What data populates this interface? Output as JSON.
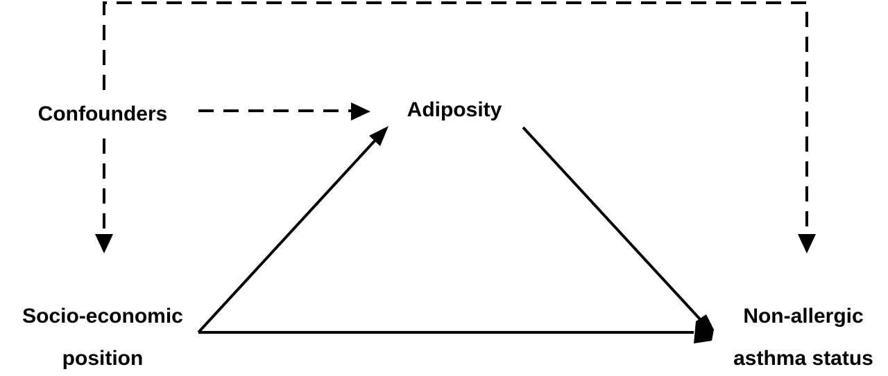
{
  "nodes": {
    "confounders": {
      "label": "Confounders"
    },
    "adiposity": {
      "label": "Adiposity"
    },
    "socio_economic_position": {
      "label_line1": "Socio-economic",
      "label_line2": "position"
    },
    "non_allergic_asthma_status": {
      "label_line1": "Non-allergic",
      "label_line2": "asthma status"
    }
  },
  "edges": [
    {
      "from": "confounders",
      "to": "adiposity",
      "style": "dashed"
    },
    {
      "from": "confounders",
      "to": "socio_economic_position",
      "style": "dashed"
    },
    {
      "from": "confounders",
      "to": "non_allergic_asthma_status",
      "style": "dashed"
    },
    {
      "from": "socio_economic_position",
      "to": "adiposity",
      "style": "solid"
    },
    {
      "from": "adiposity",
      "to": "non_allergic_asthma_status",
      "style": "solid"
    },
    {
      "from": "socio_economic_position",
      "to": "non_allergic_asthma_status",
      "style": "solid"
    }
  ],
  "colors": {
    "ink": "#000000",
    "background": "#ffffff"
  }
}
